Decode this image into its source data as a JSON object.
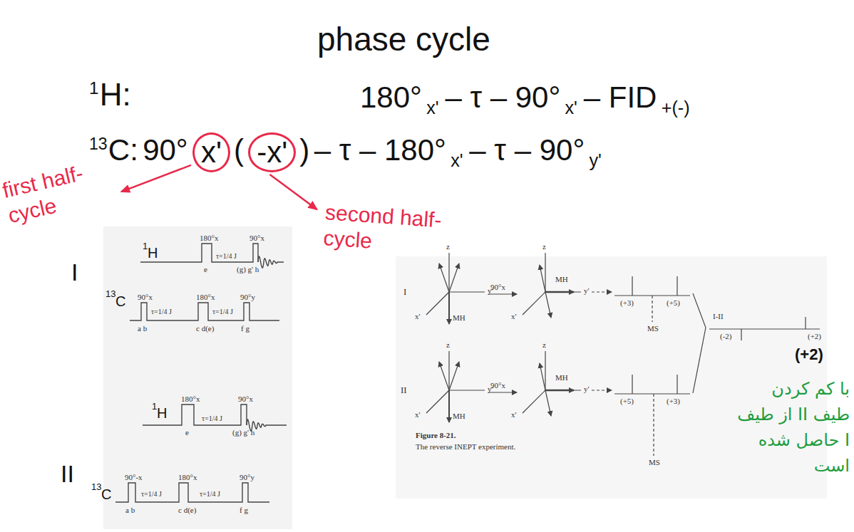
{
  "diagram": {
    "title": "phase cycle",
    "nodes": [
      {
        "text": [
          "x'"
        ]
      },
      {
        "text": [
          "-x'"
        ]
      }
    ],
    "labels": [
      "1",
      "H:",
      "180°",
      "x'",
      "– τ – 90°",
      "x'",
      "– FID",
      "+(-)",
      "13",
      "C:",
      "90°",
      "(",
      ")",
      "– τ – 180°",
      "x'",
      "– τ – 90°",
      "y'",
      "first half-cycle",
      "second half-cycle",
      "I",
      "1",
      "H",
      "180°x",
      "90°x",
      "e",
      "τ=1/4 J",
      "(g) g' h",
      "13",
      "C",
      "90°x",
      "τ=1/4 J",
      "180°x",
      "τ=1/4 J",
      "90°y",
      "a b",
      "c d(e)",
      "f g",
      "II",
      "1",
      "H",
      "180°x",
      "90°x",
      "e",
      "τ=1/4 J",
      "(g) g' h",
      "13",
      "C",
      "90°-x",
      "τ=1/4 J",
      "180°x",
      "τ=1/4 J",
      "90°y",
      "a b",
      "c d(e)",
      "f g",
      "I",
      "90°x",
      "(+3)",
      "(+5)",
      "MS",
      "I-II",
      "(-2)",
      "(+2)",
      "II",
      "90°x",
      "(+5)",
      "(+3)",
      "MS",
      "Figure 8-21.",
      "The reverse INEPT experiment.",
      "(+2)",
      "با کم کردن طیف II از طیف I حاصل شده است",
      "z",
      "y'",
      "x'",
      "z",
      "y'",
      "x'",
      "z",
      "y'",
      "x'",
      "z",
      "y'",
      "x'",
      "MH",
      "MH",
      "MH",
      "MH"
    ]
  }
}
